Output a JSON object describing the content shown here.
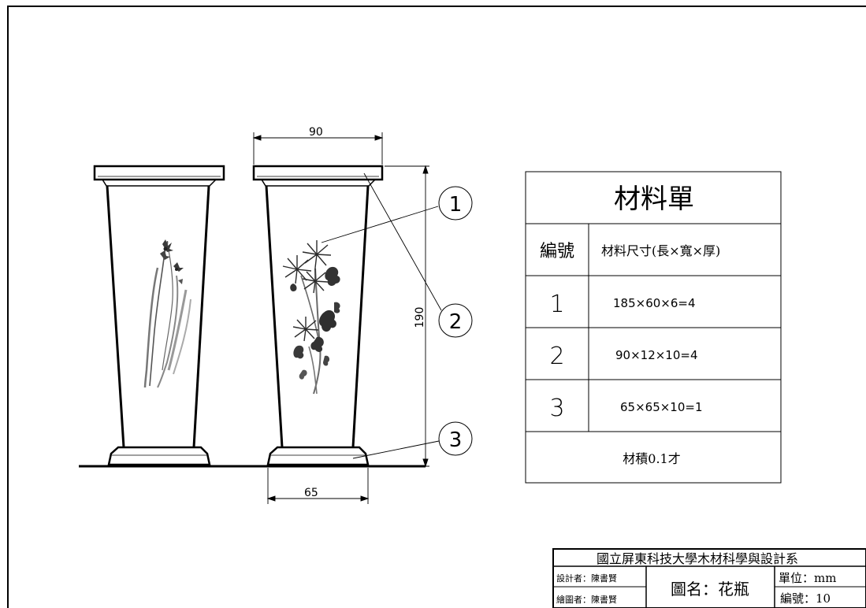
{
  "dimensions": {
    "top_width": "90",
    "height": "190",
    "base_width": "65"
  },
  "callouts": [
    "1",
    "2",
    "3"
  ],
  "material_table": {
    "title": "材料單",
    "header_no": "編號",
    "header_size": "材料尺寸(長×寬×厚)",
    "rows": [
      {
        "no": "1",
        "size": "185×60×6=4"
      },
      {
        "no": "2",
        "size": "90×12×10=4"
      },
      {
        "no": "3",
        "size": "65×65×10=1"
      }
    ],
    "volume": "材積0.1才"
  },
  "title_block": {
    "school": "國立屏東科技大學木材科學與設計系",
    "designer": "設計者：陳書賢",
    "drafter": "繪圖者：陳書賢",
    "drawing_name": "圖名：花瓶",
    "unit": "單位：mm",
    "number": "編號：10"
  },
  "colors": {
    "line": "#000000",
    "background": "#ffffff",
    "flower_dark": "#2b2b2b",
    "stem": "#707070"
  }
}
